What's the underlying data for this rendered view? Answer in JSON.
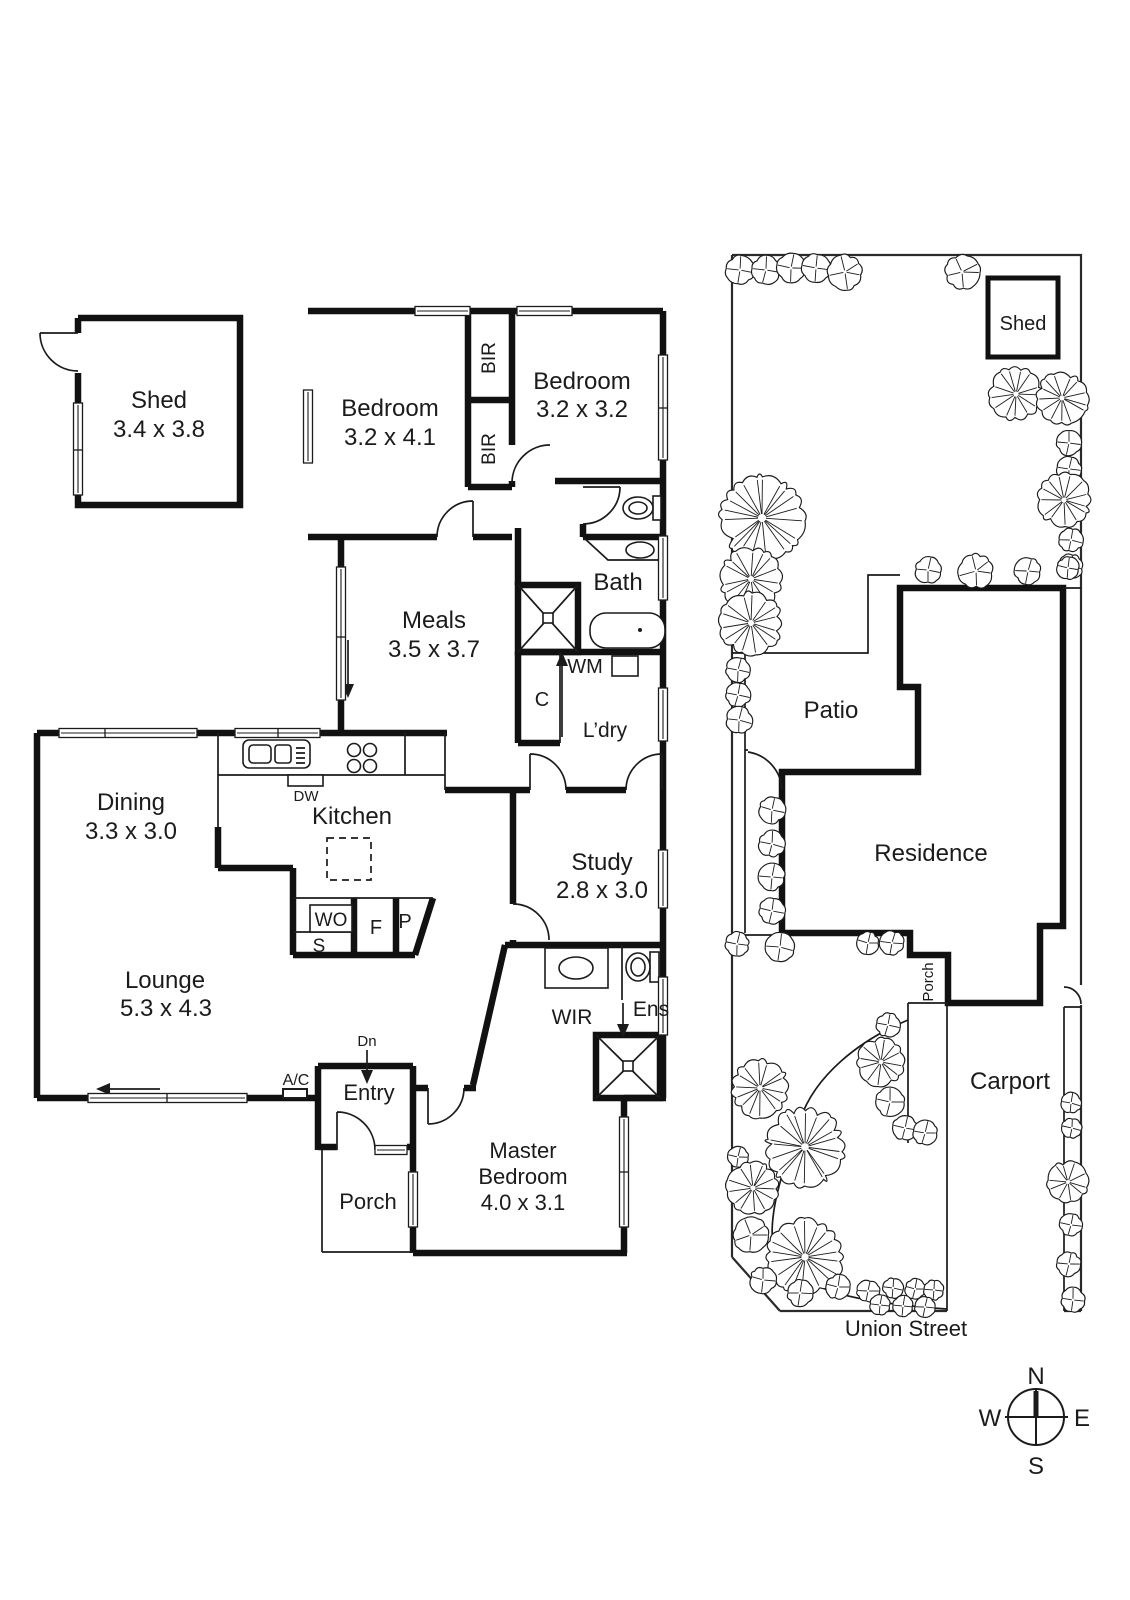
{
  "plan": {
    "shed": {
      "name": "Shed",
      "dims": "3.4 x 3.8"
    },
    "bedroom1": {
      "name": "Bedroom",
      "dims": "3.2 x 4.1"
    },
    "bedroom2": {
      "name": "Bedroom",
      "dims": "3.2 x 3.2"
    },
    "bir_top": "BIR",
    "bir_bottom": "BIR",
    "bath": "Bath",
    "meals": {
      "name": "Meals",
      "dims": "3.5 x 3.7"
    },
    "wm": "WM",
    "c": "C",
    "ldry": "L’dry",
    "dining": {
      "name": "Dining",
      "dims": "3.3 x 3.0"
    },
    "dw": "DW",
    "kitchen": "Kitchen",
    "wo": "WO",
    "s": "S",
    "f": "F",
    "p": "P",
    "study": {
      "name": "Study",
      "dims": "2.8 x 3.0"
    },
    "lounge": {
      "name": "Lounge",
      "dims": "5.3 x 4.3"
    },
    "wir": "WIR",
    "ens": "Ens",
    "ac": "A/C",
    "dn": "Dn",
    "entry": "Entry",
    "porch": "Porch",
    "master": {
      "line1": "Master",
      "line2": "Bedroom",
      "dims": "4.0 x 3.1"
    }
  },
  "site": {
    "shed": "Shed",
    "patio": "Patio",
    "residence": "Residence",
    "porch": "Porch",
    "carport": "Carport",
    "street": "Union Street"
  },
  "compass": {
    "n": "N",
    "s": "S",
    "e": "E",
    "w": "W"
  },
  "icons": {
    "tree": "tree-icon",
    "compass": "compass-icon",
    "shower": "shower-icon",
    "toilet": "toilet-icon",
    "bathtub": "bathtub-icon",
    "sink": "sink-icon",
    "stove": "stove-icon"
  },
  "colors": {
    "ink": "#1b1b1b",
    "paper": "#ffffff"
  }
}
